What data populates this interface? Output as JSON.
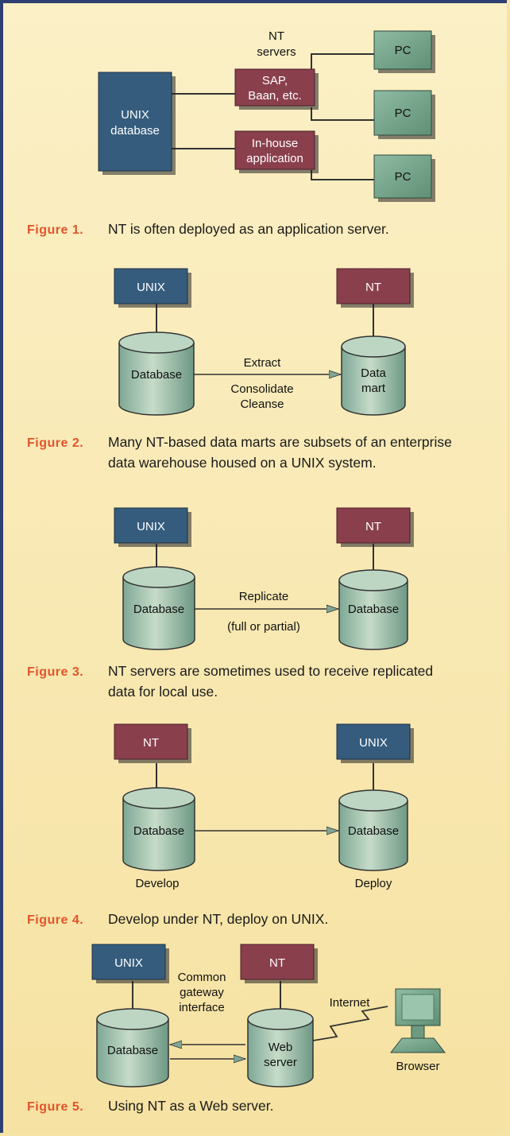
{
  "colors": {
    "background": "#f6e3a6",
    "border": "#2e3f73",
    "unix_box": "#355c7d",
    "nt_box": "#8a3f4d",
    "pc_box": "#7aa88f",
    "cylinder": "#a9c8b4",
    "caption_label": "#e2542a"
  },
  "figure1": {
    "unix_label_1": "UNIX",
    "unix_label_2": "database",
    "nt_servers_1": "NT",
    "nt_servers_2": "servers",
    "sap_1": "SAP,",
    "sap_2": "Baan, etc.",
    "inhouse_1": "In-house",
    "inhouse_2": "application",
    "pc_labels": [
      "PC",
      "PC",
      "PC"
    ],
    "caption_label": "Figure 1.",
    "caption_text": "NT is often deployed as an application server."
  },
  "figure2": {
    "unix": "UNIX",
    "nt": "NT",
    "db": "Database",
    "mart_1": "Data",
    "mart_2": "mart",
    "arrow_top": "Extract",
    "arrow_bottom_1": "Consolidate",
    "arrow_bottom_2": "Cleanse",
    "caption_label": "Figure 2.",
    "caption_text_1": "Many NT-based data marts are subsets of an enterprise",
    "caption_text_2": "data warehouse housed on a UNIX system."
  },
  "figure3": {
    "unix": "UNIX",
    "nt": "NT",
    "db_left": "Database",
    "db_right": "Database",
    "arrow_top": "Replicate",
    "arrow_bottom": "(full or partial)",
    "caption_label": "Figure 3.",
    "caption_text_1": "NT servers are sometimes used to receive replicated",
    "caption_text_2": "data for local use."
  },
  "figure4": {
    "nt": "NT",
    "unix": "UNIX",
    "db_left": "Database",
    "db_right": "Database",
    "develop": "Develop",
    "deploy": "Deploy",
    "caption_label": "Figure 4.",
    "caption_text": "Develop under NT, deploy on UNIX."
  },
  "figure5": {
    "unix": "UNIX",
    "nt": "NT",
    "db": "Database",
    "web_1": "Web",
    "web_2": "server",
    "cgi_1": "Common",
    "cgi_2": "gateway",
    "cgi_3": "interface",
    "internet": "Internet",
    "browser": "Browser",
    "caption_label": "Figure 5.",
    "caption_text": "Using NT as a Web server."
  }
}
